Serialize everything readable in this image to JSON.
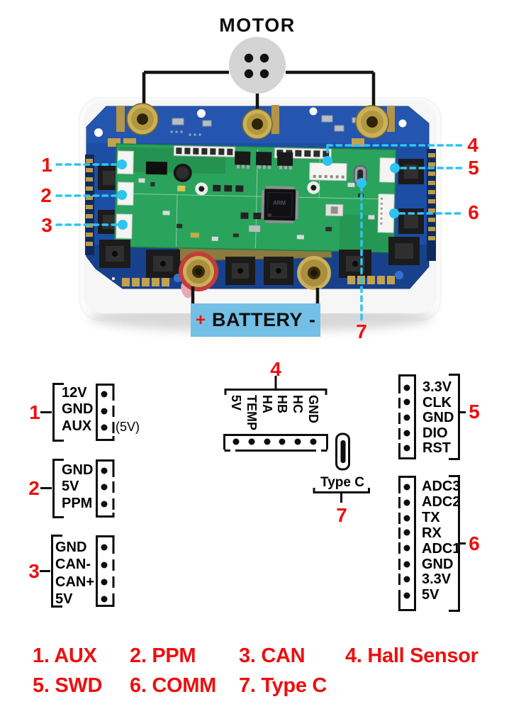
{
  "title_labels": {
    "motor": "MOTOR"
  },
  "battery": {
    "plus": "+",
    "label": "BATTERY",
    "minus": "-"
  },
  "callouts": {
    "c1": "1",
    "c2": "2",
    "c3": "3",
    "c4": "4",
    "c5": "5",
    "c6": "6",
    "c7": "7"
  },
  "board": {
    "mcu_marking": "ARM"
  },
  "pinouts": {
    "aux": {
      "number": "1",
      "pins": [
        "12V",
        "GND",
        "AUX"
      ],
      "note": "(5V)"
    },
    "ppm": {
      "number": "2",
      "pins": [
        "GND",
        "5V",
        "PPM"
      ]
    },
    "can": {
      "number": "3",
      "pins": [
        "GND",
        "CAN-",
        "CAN+",
        "5V"
      ]
    },
    "hall": {
      "number": "4",
      "pins": [
        "5V",
        "TEMP",
        "HA",
        "HB",
        "HC",
        "GND"
      ]
    },
    "swd": {
      "number": "5",
      "pins": [
        "3.3V",
        "CLK",
        "GND",
        "DIO",
        "RST"
      ]
    },
    "comm": {
      "number": "6",
      "pins": [
        "ADC3",
        "ADC2",
        "TX",
        "RX",
        "ADC1",
        "GND",
        "3.3V",
        "5V"
      ]
    },
    "typec": {
      "number": "7",
      "label": "Type C"
    }
  },
  "legend": {
    "items": [
      "1. AUX",
      "2. PPM",
      "3. CAN",
      "4. Hall Sensor",
      "5. SWD",
      "6. COMM",
      "7. Type C"
    ]
  },
  "colors": {
    "accent_red": "#ee0f0f",
    "callout_cyan": "#2cc5f1",
    "battery_box_blue": "#74bfe5",
    "pcb_blue": "#1d4ea6",
    "pcb_green": "#2aa35c",
    "terminal_gold": "#c2a24e"
  }
}
